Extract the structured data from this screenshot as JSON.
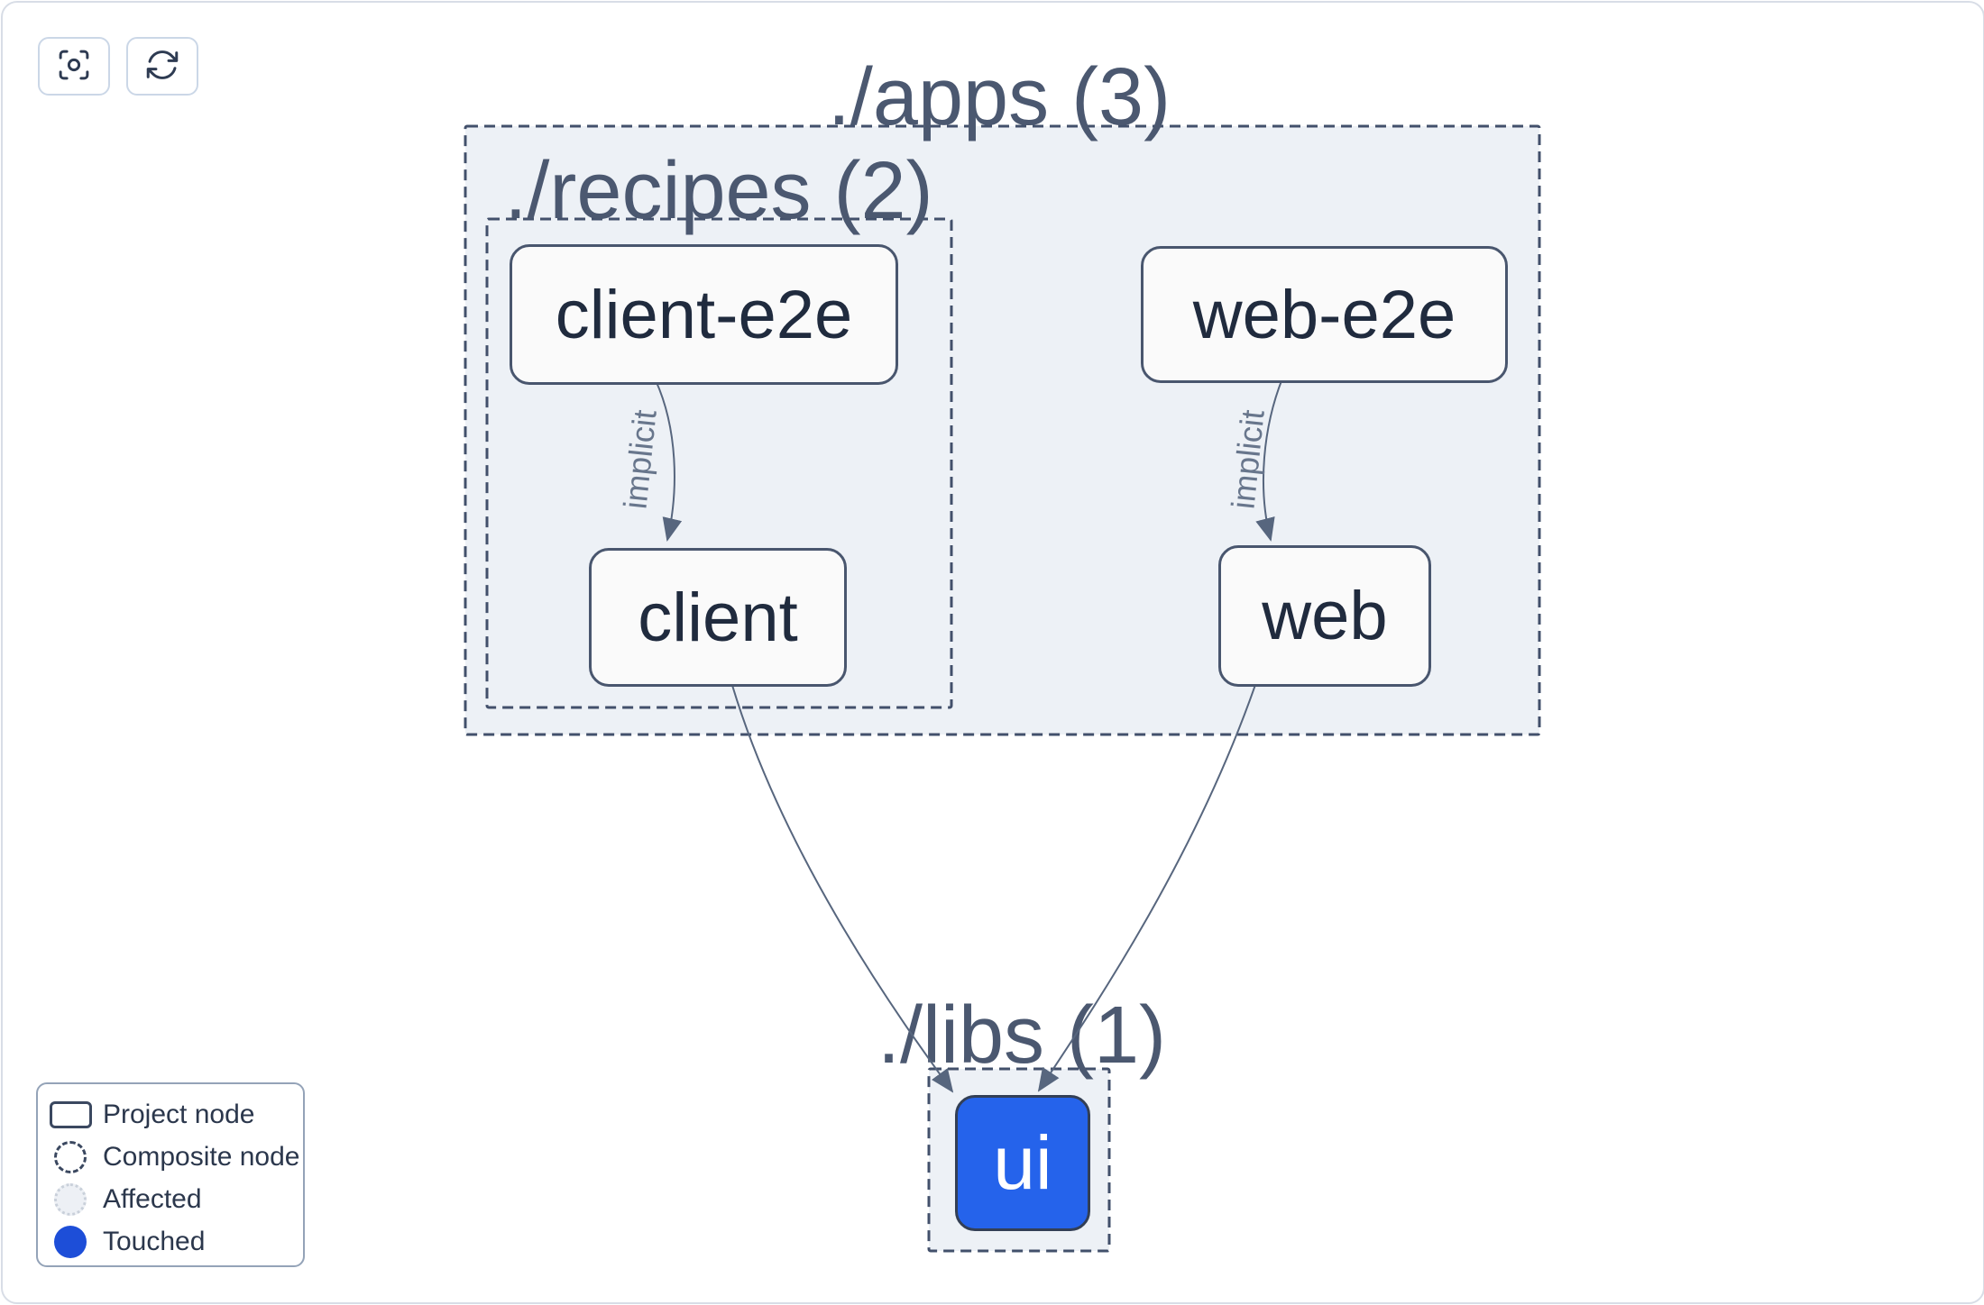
{
  "toolbar": {
    "focus_button": {
      "icon": "viewfinder-icon"
    },
    "refresh_button": {
      "icon": "refresh-icon"
    }
  },
  "graph": {
    "groups": [
      {
        "id": "apps",
        "label": "./apps (3)"
      },
      {
        "id": "recipes",
        "label": "./recipes (2)"
      },
      {
        "id": "libs",
        "label": "./libs (1)"
      }
    ],
    "nodes": [
      {
        "id": "client-e2e",
        "label": "client-e2e",
        "state": "default"
      },
      {
        "id": "web-e2e",
        "label": "web-e2e",
        "state": "default"
      },
      {
        "id": "client",
        "label": "client",
        "state": "default"
      },
      {
        "id": "web",
        "label": "web",
        "state": "default"
      },
      {
        "id": "ui",
        "label": "ui",
        "state": "touched"
      }
    ],
    "edges": [
      {
        "from": "client-e2e",
        "to": "client",
        "label": "implicit"
      },
      {
        "from": "web-e2e",
        "to": "web",
        "label": "implicit"
      },
      {
        "from": "client",
        "to": "ui",
        "label": ""
      },
      {
        "from": "web",
        "to": "ui",
        "label": ""
      }
    ]
  },
  "legend": {
    "items": [
      {
        "swatch": "project-node-swatch",
        "label": "Project node"
      },
      {
        "swatch": "composite-node-swatch",
        "label": "Composite node"
      },
      {
        "swatch": "affected-swatch",
        "label": "Affected"
      },
      {
        "swatch": "touched-swatch",
        "label": "Touched"
      }
    ]
  },
  "colors": {
    "touched_node_fill": "#2563eb",
    "touched_legend_dot": "#1d4ed8",
    "group_fill": "#edf1f6",
    "dashed_border": "#42506b",
    "node_border": "#49566e",
    "edge": "#57667e",
    "title_text": "#4b5870"
  }
}
